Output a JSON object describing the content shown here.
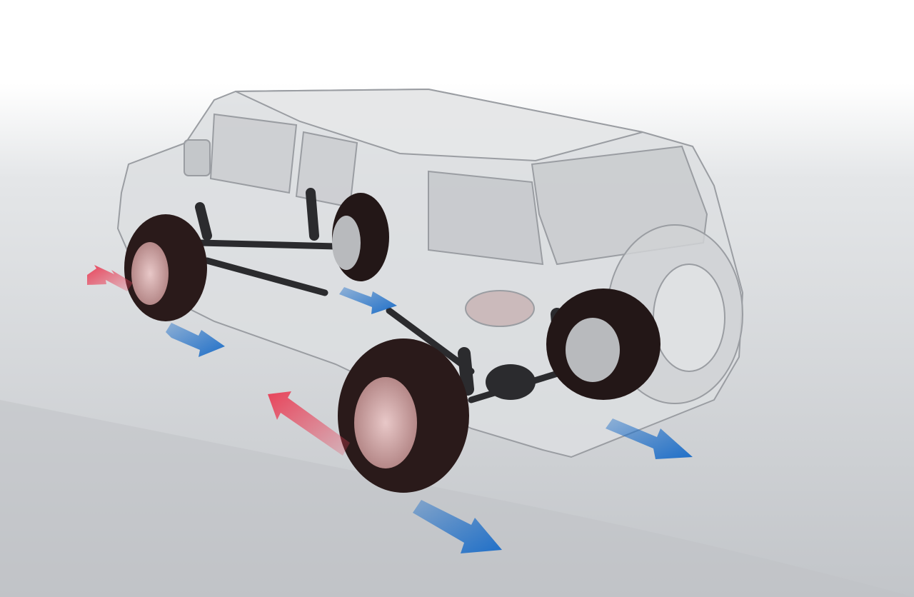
{
  "illustration": {
    "subject": "suv-suspension-cutaway",
    "colors": {
      "background_top": "#ffffff",
      "background_bottom": "#c4c7cb",
      "body": "#d9dbde",
      "body_outline": "#9a9da2",
      "tire": "#2a1a1a",
      "rim": "#c9a0a0",
      "suspension": "#2b2b2e",
      "arrow_red": "#e8435a",
      "arrow_blue": "#1f6fc8"
    },
    "arrows": [
      {
        "color": "red",
        "direction": "backward-left",
        "wheel": "front-left"
      },
      {
        "color": "blue",
        "direction": "forward-right",
        "wheel": "front-left"
      },
      {
        "color": "blue",
        "direction": "forward-right",
        "wheel": "body-center"
      },
      {
        "color": "red",
        "direction": "backward-left",
        "wheel": "rear-left"
      },
      {
        "color": "blue",
        "direction": "forward-right",
        "wheel": "rear-left"
      },
      {
        "color": "blue",
        "direction": "forward-right",
        "wheel": "rear-right"
      }
    ]
  }
}
